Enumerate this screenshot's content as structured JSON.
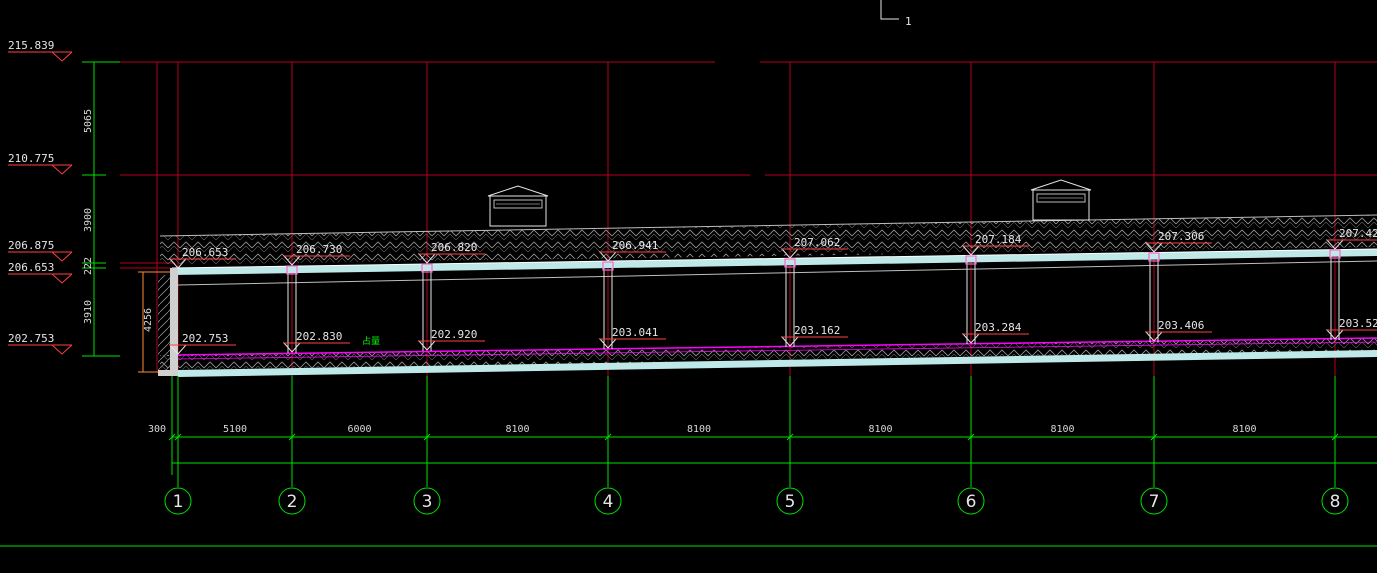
{
  "view_marker": "1",
  "left_elevations": [
    "215.839",
    "210.775",
    "206.875",
    "206.653",
    "202.753"
  ],
  "vertical_dims": [
    "5065",
    "3900",
    "222",
    "3910"
  ],
  "small_dim": "4256",
  "top_elevations": [
    "206.653",
    "206.730",
    "206.820",
    "206.941",
    "207.062",
    "207.184",
    "207.306",
    "207.42"
  ],
  "bottom_elevations": [
    "202.753",
    "202.830",
    "202.920",
    "203.041",
    "203.162",
    "203.284",
    "203.406",
    "203.52"
  ],
  "spans": [
    "300",
    "5100",
    "6000",
    "8100",
    "8100",
    "8100",
    "8100",
    "8100"
  ],
  "axis_labels": [
    "1",
    "2",
    "3",
    "4",
    "5",
    "6",
    "7",
    "8"
  ],
  "green_mark": "占量",
  "colors": {
    "background": "#000000",
    "red_grid": "#b3001e",
    "green_dim": "#00e000",
    "magenta": "#ff00ff",
    "cyan_slab": "#bfe8e8",
    "white": "#e6e6e6"
  },
  "icons": [
    "roof-vent-icon",
    "roof-vent-icon"
  ]
}
